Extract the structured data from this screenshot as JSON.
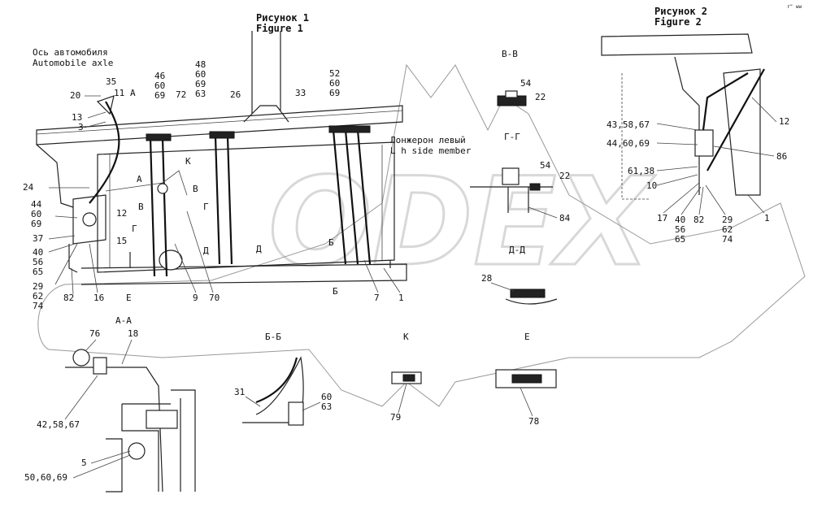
{
  "watermark": "ODEX",
  "titles": {
    "fig1_ru": "Рисунок 1",
    "fig1_en": "Figure 1",
    "fig2_ru": "Рисунок 2",
    "fig2_en": "Figure 2",
    "corner_mark": "r\" ww"
  },
  "captions": {
    "axle_ru": "Ось автомобиля",
    "axle_en": "Automobile axle",
    "member_ru": "Лонжерон левый",
    "member_en": "L h side member"
  },
  "sections": {
    "vv": "В-В",
    "gg": "Г-Г",
    "dd": "Д-Д",
    "aa": "А-А",
    "bb": "Б-Б",
    "k": "К",
    "e": "Е"
  },
  "fig1_labels": {
    "l35": "35",
    "l11": "11",
    "l20": "20",
    "l13": "13",
    "l3": "3",
    "l46": "46",
    "l60a": "60",
    "l69a": "69",
    "l72": "72",
    "l48": "48",
    "l60b": "60",
    "l69b": "69",
    "l63": "63",
    "l26": "26",
    "l33": "33",
    "l52": "52",
    "l60c": "60",
    "l69c": "69",
    "l24": "24",
    "l44": "44",
    "l60d": "60",
    "l69d": "69",
    "l37": "37",
    "l40": "40",
    "l56": "56",
    "l65": "65",
    "l29": "29",
    "l62": "62",
    "l74": "74",
    "l12": "12",
    "l15": "15",
    "l82": "82",
    "l16": "16",
    "l9": "9",
    "l70": "70",
    "l7": "7",
    "l1": "1",
    "secA1": "А",
    "secA2": "А",
    "secK": "К",
    "secV1": "В",
    "secV2": "В",
    "secG1": "Г",
    "secG2": "Г",
    "secD1": "Д",
    "secD2": "Д",
    "secB1": "Б",
    "secB2": "Б",
    "secE": "Е"
  },
  "fig2_labels": {
    "l4358": "43,58,67",
    "l4460": "44,60,69",
    "l6138": "61,38",
    "l10": "10",
    "l17": "17",
    "l40": "40",
    "l56": "56",
    "l65": "65",
    "l82": "82",
    "l29": "29",
    "l62": "62",
    "l74": "74",
    "l12": "12",
    "l86": "86",
    "l1": "1"
  },
  "detail_labels": {
    "vv54": "54",
    "vv22": "22",
    "gg54": "54",
    "gg22": "22",
    "gg84": "84",
    "dd28": "28",
    "aa76": "76",
    "aa18": "18",
    "aa4258": "42,58,67",
    "aa5": "5",
    "aa5060": "50,60,69",
    "bb31": "31",
    "bb60": "60",
    "bb63": "63",
    "k79": "79",
    "e78": "78"
  }
}
